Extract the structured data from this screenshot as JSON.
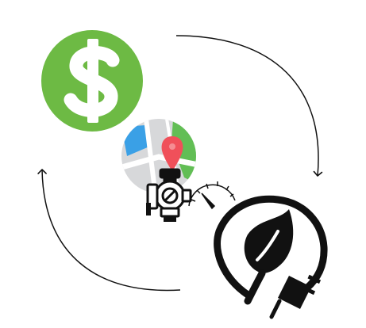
{
  "diagram": {
    "kind": "cycle",
    "nodes": [
      {
        "id": "money",
        "icon": "dollar-coin-icon"
      },
      {
        "id": "location",
        "icon": "map-pin-icon"
      },
      {
        "id": "pump",
        "icon": "water-pump-icon"
      },
      {
        "id": "gauge",
        "icon": "pressure-gauge-icon"
      },
      {
        "id": "green-energy",
        "icon": "leaf-plug-icon"
      }
    ],
    "arrows": [
      {
        "from": "money",
        "to": "green-energy",
        "direction": "clockwise"
      },
      {
        "from": "green-energy",
        "to": "money",
        "direction": "clockwise"
      }
    ],
    "colors": {
      "money_green": "#6DBA44",
      "money_symbol": "#ffffff",
      "map_gray": "#D7D8DA",
      "map_blue": "#3AA0E6",
      "map_green": "#62BE55",
      "pin_red": "#F0505A",
      "line_black": "#111111"
    }
  }
}
